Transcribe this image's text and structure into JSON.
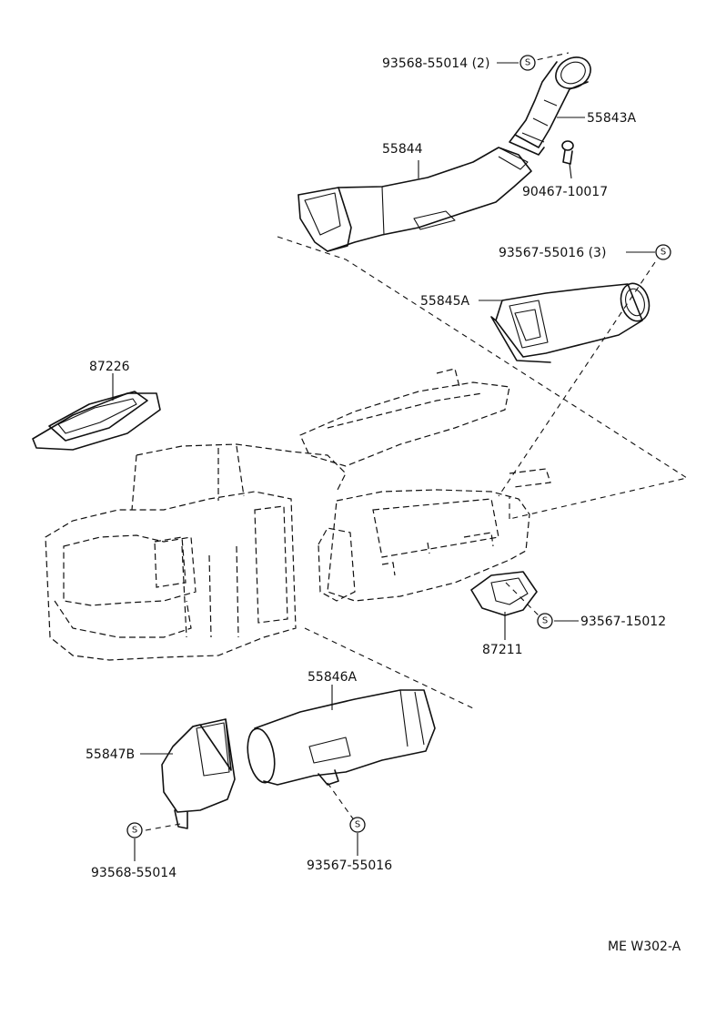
{
  "labels": {
    "p1": "93568-55014 (2)",
    "p2": "55843A",
    "p3": "55844",
    "p4": "90467-10017",
    "p5": "93567-55016 (3)",
    "p6": "55845A",
    "p7": "87226",
    "p8": "93567-15012",
    "p9": "87211",
    "p10": "55846A",
    "p11": "55847B",
    "p12": "93568-55014",
    "p13": "93567-55016"
  },
  "screw_symbol": "S",
  "footer_code": "ME W302-A"
}
